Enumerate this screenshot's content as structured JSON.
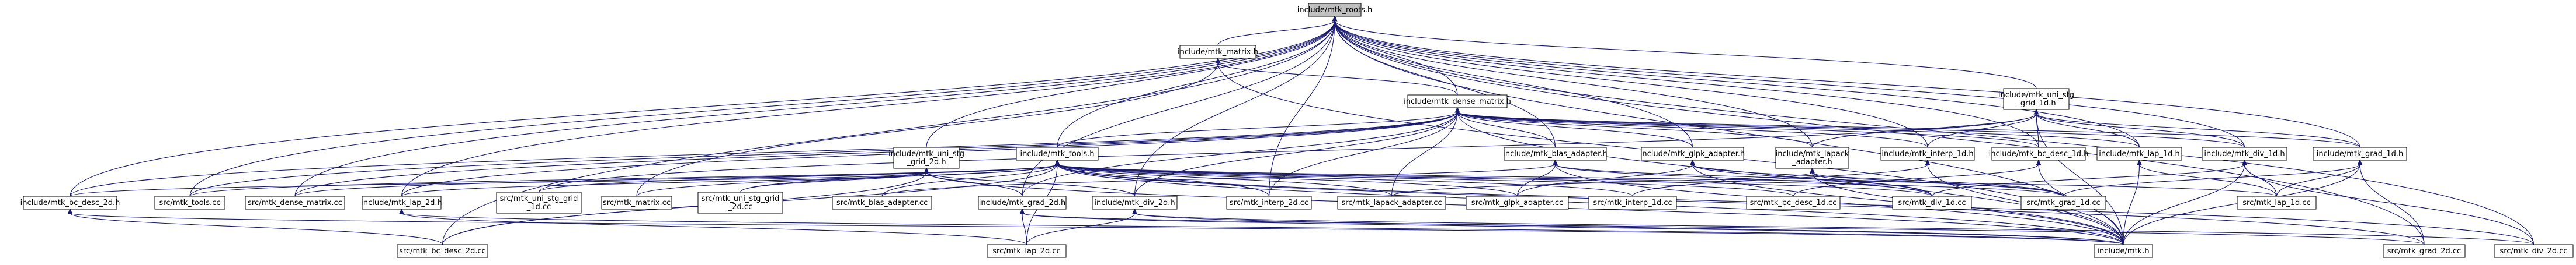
{
  "colors": {
    "edge": "#191970",
    "node_fill": "#ffffff",
    "root_fill": "#bfbfbf",
    "node_border": "#000000"
  },
  "nodes": [
    {
      "id": "mtk_roots",
      "lines": [
        "include/mtk_roots.h"
      ],
      "root": true
    },
    {
      "id": "mtk_matrix",
      "lines": [
        "include/mtk_matrix.h"
      ]
    },
    {
      "id": "mtk_dense_matrix",
      "lines": [
        "include/mtk_dense_matrix.h"
      ]
    },
    {
      "id": "mtk_uni_stg_grid_1d",
      "lines": [
        "include/mtk_uni_stg",
        "_grid_1d.h"
      ]
    },
    {
      "id": "mtk_uni_stg_grid_2d",
      "lines": [
        "include/mtk_uni_stg",
        "_grid_2d.h"
      ]
    },
    {
      "id": "mtk_tools",
      "lines": [
        "include/mtk_tools.h"
      ]
    },
    {
      "id": "mtk_blas_adapter",
      "lines": [
        "include/mtk_blas_adapter.h"
      ]
    },
    {
      "id": "mtk_glpk_adapter",
      "lines": [
        "include/mtk_glpk_adapter.h"
      ]
    },
    {
      "id": "mtk_lapack_adapter",
      "lines": [
        "include/mtk_lapack",
        "_adapter.h"
      ]
    },
    {
      "id": "mtk_interp_1d",
      "lines": [
        "include/mtk_interp_1d.h"
      ]
    },
    {
      "id": "mtk_bc_desc_1d",
      "lines": [
        "include/mtk_bc_desc_1d.h"
      ]
    },
    {
      "id": "mtk_lap_1d",
      "lines": [
        "include/mtk_lap_1d.h"
      ]
    },
    {
      "id": "mtk_div_1d",
      "lines": [
        "include/mtk_div_1d.h"
      ]
    },
    {
      "id": "mtk_grad_1d",
      "lines": [
        "include/mtk_grad_1d.h"
      ]
    },
    {
      "id": "mtk_bc_desc_2d",
      "lines": [
        "include/mtk_bc_desc_2d.h"
      ]
    },
    {
      "id": "mtk_tools_cc",
      "lines": [
        "src/mtk_tools.cc"
      ]
    },
    {
      "id": "mtk_dense_matrix_cc",
      "lines": [
        "src/mtk_dense_matrix.cc"
      ]
    },
    {
      "id": "mtk_lap_2d",
      "lines": [
        "include/mtk_lap_2d.h"
      ]
    },
    {
      "id": "mtk_uni_stg_grid_1d_cc",
      "lines": [
        "src/mtk_uni_stg_grid",
        "_1d.cc"
      ]
    },
    {
      "id": "mtk_matrix_cc",
      "lines": [
        "src/mtk_matrix.cc"
      ]
    },
    {
      "id": "mtk_uni_stg_grid_2d_cc",
      "lines": [
        "src/mtk_uni_stg_grid",
        "_2d.cc"
      ]
    },
    {
      "id": "mtk_blas_adapter_cc",
      "lines": [
        "src/mtk_blas_adapter.cc"
      ]
    },
    {
      "id": "mtk_grad_2d",
      "lines": [
        "include/mtk_grad_2d.h"
      ]
    },
    {
      "id": "mtk_div_2d",
      "lines": [
        "include/mtk_div_2d.h"
      ]
    },
    {
      "id": "mtk_interp_2d",
      "lines": [
        "src/mtk_interp_2d.cc"
      ]
    },
    {
      "id": "mtk_lapack_adapter_cc",
      "lines": [
        "src/mtk_lapack_adapter.cc"
      ]
    },
    {
      "id": "mtk_glpk_adapter_cc",
      "lines": [
        "src/mtk_glpk_adapter.cc"
      ]
    },
    {
      "id": "mtk_interp_1d_cc",
      "lines": [
        "src/mtk_interp_1d.cc"
      ]
    },
    {
      "id": "mtk_bc_desc_1d_cc",
      "lines": [
        "src/mtk_bc_desc_1d.cc"
      ]
    },
    {
      "id": "mtk_div_1d_cc",
      "lines": [
        "src/mtk_div_1d.cc"
      ]
    },
    {
      "id": "mtk_grad_1d_cc",
      "lines": [
        "src/mtk_grad_1d.cc"
      ]
    },
    {
      "id": "mtk_lap_1d_cc",
      "lines": [
        "src/mtk_lap_1d.cc"
      ]
    },
    {
      "id": "mtk_bc_desc_2d_cc",
      "lines": [
        "src/mtk_bc_desc_2d.cc"
      ]
    },
    {
      "id": "mtk_lap_2d_cc",
      "lines": [
        "src/mtk_lap_2d.cc"
      ]
    },
    {
      "id": "mtk_h",
      "lines": [
        "include/mtk.h"
      ]
    },
    {
      "id": "mtk_grad_2d_cc",
      "lines": [
        "src/mtk_grad_2d.cc"
      ]
    },
    {
      "id": "mtk_div_2d_cc",
      "lines": [
        "src/mtk_div_2d.cc"
      ]
    }
  ],
  "edges": [
    [
      "mtk_roots",
      "mtk_matrix"
    ],
    [
      "mtk_roots",
      "mtk_dense_matrix"
    ],
    [
      "mtk_roots",
      "mtk_uni_stg_grid_1d"
    ],
    [
      "mtk_roots",
      "mtk_uni_stg_grid_2d"
    ],
    [
      "mtk_roots",
      "mtk_tools"
    ],
    [
      "mtk_roots",
      "mtk_blas_adapter"
    ],
    [
      "mtk_roots",
      "mtk_glpk_adapter"
    ],
    [
      "mtk_roots",
      "mtk_lapack_adapter"
    ],
    [
      "mtk_roots",
      "mtk_interp_1d"
    ],
    [
      "mtk_roots",
      "mtk_bc_desc_1d"
    ],
    [
      "mtk_roots",
      "mtk_lap_1d"
    ],
    [
      "mtk_roots",
      "mtk_div_1d"
    ],
    [
      "mtk_roots",
      "mtk_grad_1d"
    ],
    [
      "mtk_roots",
      "mtk_bc_desc_2d"
    ],
    [
      "mtk_roots",
      "mtk_tools_cc"
    ],
    [
      "mtk_roots",
      "mtk_dense_matrix_cc"
    ],
    [
      "mtk_roots",
      "mtk_lap_2d"
    ],
    [
      "mtk_roots",
      "mtk_grad_2d"
    ],
    [
      "mtk_roots",
      "mtk_div_2d"
    ],
    [
      "mtk_roots",
      "mtk_interp_2d"
    ],
    [
      "mtk_roots",
      "mtk_h"
    ],
    [
      "mtk_roots",
      "mtk_grad_2d_cc"
    ],
    [
      "mtk_roots",
      "mtk_div_2d_cc"
    ],
    [
      "mtk_roots",
      "mtk_bc_desc_2d_cc"
    ],
    [
      "mtk_matrix",
      "mtk_dense_matrix"
    ],
    [
      "mtk_matrix",
      "mtk_matrix_cc"
    ],
    [
      "mtk_matrix",
      "mtk_h"
    ],
    [
      "mtk_dense_matrix",
      "mtk_tools"
    ],
    [
      "mtk_dense_matrix",
      "mtk_blas_adapter"
    ],
    [
      "mtk_dense_matrix",
      "mtk_glpk_adapter"
    ],
    [
      "mtk_dense_matrix",
      "mtk_lapack_adapter"
    ],
    [
      "mtk_dense_matrix",
      "mtk_interp_1d"
    ],
    [
      "mtk_dense_matrix",
      "mtk_bc_desc_1d"
    ],
    [
      "mtk_dense_matrix",
      "mtk_lap_1d"
    ],
    [
      "mtk_dense_matrix",
      "mtk_div_1d"
    ],
    [
      "mtk_dense_matrix",
      "mtk_grad_1d"
    ],
    [
      "mtk_dense_matrix",
      "mtk_bc_desc_2d"
    ],
    [
      "mtk_dense_matrix",
      "mtk_dense_matrix_cc"
    ],
    [
      "mtk_dense_matrix",
      "mtk_lap_2d"
    ],
    [
      "mtk_dense_matrix",
      "mtk_grad_2d"
    ],
    [
      "mtk_dense_matrix",
      "mtk_div_2d"
    ],
    [
      "mtk_dense_matrix",
      "mtk_interp_2d"
    ],
    [
      "mtk_dense_matrix",
      "mtk_lapack_adapter_cc"
    ],
    [
      "mtk_dense_matrix",
      "mtk_h"
    ],
    [
      "mtk_dense_matrix",
      "mtk_tools_cc"
    ],
    [
      "mtk_uni_stg_grid_1d",
      "mtk_interp_1d"
    ],
    [
      "mtk_uni_stg_grid_1d",
      "mtk_bc_desc_1d"
    ],
    [
      "mtk_uni_stg_grid_1d",
      "mtk_lap_1d"
    ],
    [
      "mtk_uni_stg_grid_1d",
      "mtk_div_1d"
    ],
    [
      "mtk_uni_stg_grid_1d",
      "mtk_grad_1d"
    ],
    [
      "mtk_uni_stg_grid_1d",
      "mtk_uni_stg_grid_1d_cc"
    ],
    [
      "mtk_uni_stg_grid_1d",
      "mtk_h"
    ],
    [
      "mtk_uni_stg_grid_1d",
      "mtk_lapack_adapter"
    ],
    [
      "mtk_uni_stg_grid_2d",
      "mtk_bc_desc_2d"
    ],
    [
      "mtk_uni_stg_grid_2d",
      "mtk_lap_2d"
    ],
    [
      "mtk_uni_stg_grid_2d",
      "mtk_grad_2d"
    ],
    [
      "mtk_uni_stg_grid_2d",
      "mtk_div_2d"
    ],
    [
      "mtk_uni_stg_grid_2d",
      "mtk_uni_stg_grid_2d_cc"
    ],
    [
      "mtk_uni_stg_grid_2d",
      "mtk_h"
    ],
    [
      "mtk_uni_stg_grid_2d",
      "mtk_bc_desc_2d_cc"
    ],
    [
      "mtk_tools",
      "mtk_tools_cc"
    ],
    [
      "mtk_tools",
      "mtk_dense_matrix_cc"
    ],
    [
      "mtk_tools",
      "mtk_uni_stg_grid_1d_cc"
    ],
    [
      "mtk_tools",
      "mtk_matrix_cc"
    ],
    [
      "mtk_tools",
      "mtk_uni_stg_grid_2d_cc"
    ],
    [
      "mtk_tools",
      "mtk_blas_adapter_cc"
    ],
    [
      "mtk_tools",
      "mtk_interp_2d"
    ],
    [
      "mtk_tools",
      "mtk_lapack_adapter_cc"
    ],
    [
      "mtk_tools",
      "mtk_glpk_adapter_cc"
    ],
    [
      "mtk_tools",
      "mtk_interp_1d_cc"
    ],
    [
      "mtk_tools",
      "mtk_bc_desc_1d_cc"
    ],
    [
      "mtk_tools",
      "mtk_div_1d_cc"
    ],
    [
      "mtk_tools",
      "mtk_grad_1d_cc"
    ],
    [
      "mtk_tools",
      "mtk_lap_1d_cc"
    ],
    [
      "mtk_tools",
      "mtk_h"
    ],
    [
      "mtk_tools",
      "mtk_grad_2d_cc"
    ],
    [
      "mtk_tools",
      "mtk_div_2d_cc"
    ],
    [
      "mtk_tools",
      "mtk_lap_2d_cc"
    ],
    [
      "mtk_tools",
      "mtk_bc_desc_2d_cc"
    ],
    [
      "mtk_blas_adapter",
      "mtk_blas_adapter_cc"
    ],
    [
      "mtk_blas_adapter",
      "mtk_glpk_adapter_cc"
    ],
    [
      "mtk_blas_adapter",
      "mtk_div_1d_cc"
    ],
    [
      "mtk_blas_adapter",
      "mtk_grad_1d_cc"
    ],
    [
      "mtk_blas_adapter",
      "mtk_h"
    ],
    [
      "mtk_glpk_adapter",
      "mtk_glpk_adapter_cc"
    ],
    [
      "mtk_glpk_adapter",
      "mtk_div_1d_cc"
    ],
    [
      "mtk_glpk_adapter",
      "mtk_grad_1d_cc"
    ],
    [
      "mtk_glpk_adapter",
      "mtk_h"
    ],
    [
      "mtk_lapack_adapter",
      "mtk_lapack_adapter_cc"
    ],
    [
      "mtk_lapack_adapter",
      "mtk_div_1d_cc"
    ],
    [
      "mtk_lapack_adapter",
      "mtk_grad_1d_cc"
    ],
    [
      "mtk_lapack_adapter",
      "mtk_h"
    ],
    [
      "mtk_interp_1d",
      "mtk_interp_1d_cc"
    ],
    [
      "mtk_interp_1d",
      "mtk_h"
    ],
    [
      "mtk_bc_desc_1d",
      "mtk_bc_desc_1d_cc"
    ],
    [
      "mtk_bc_desc_1d",
      "mtk_h"
    ],
    [
      "mtk_lap_1d",
      "mtk_lap_1d_cc"
    ],
    [
      "mtk_lap_1d",
      "mtk_h"
    ],
    [
      "mtk_div_1d",
      "mtk_div_1d_cc"
    ],
    [
      "mtk_div_1d",
      "mtk_lap_1d_cc"
    ],
    [
      "mtk_div_1d",
      "mtk_h"
    ],
    [
      "mtk_div_1d",
      "mtk_div_2d_cc"
    ],
    [
      "mtk_grad_1d",
      "mtk_grad_1d_cc"
    ],
    [
      "mtk_grad_1d",
      "mtk_lap_1d_cc"
    ],
    [
      "mtk_grad_1d",
      "mtk_h"
    ],
    [
      "mtk_grad_1d",
      "mtk_grad_2d_cc"
    ],
    [
      "mtk_bc_desc_2d",
      "mtk_bc_desc_2d_cc"
    ],
    [
      "mtk_bc_desc_2d",
      "mtk_h"
    ],
    [
      "mtk_lap_2d",
      "mtk_lap_2d_cc"
    ],
    [
      "mtk_lap_2d",
      "mtk_h"
    ],
    [
      "mtk_grad_2d",
      "mtk_lap_2d_cc"
    ],
    [
      "mtk_grad_2d",
      "mtk_grad_2d_cc"
    ],
    [
      "mtk_grad_2d",
      "mtk_h"
    ],
    [
      "mtk_div_2d",
      "mtk_lap_2d_cc"
    ],
    [
      "mtk_div_2d",
      "mtk_div_2d_cc"
    ],
    [
      "mtk_div_2d",
      "mtk_h"
    ]
  ]
}
